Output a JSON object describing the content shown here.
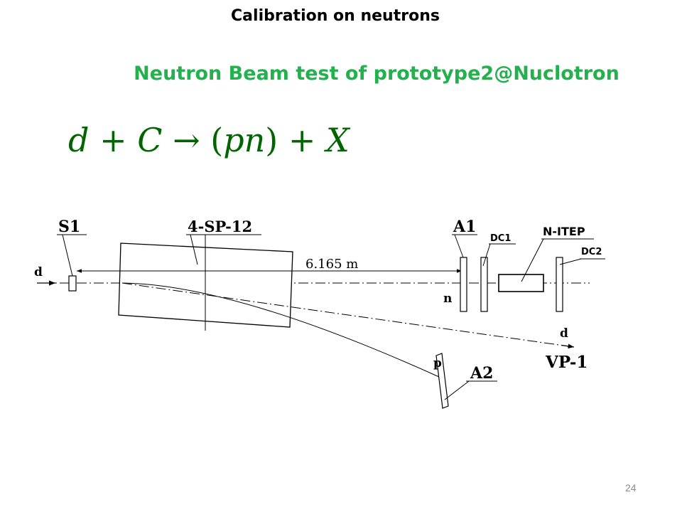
{
  "slide": {
    "title": "Calibration on neutrons",
    "subtitle": "Neutron Beam test of prototype2@Nuclotron",
    "page_number": "24",
    "accent_color": "#22b14c",
    "equation_color": "#006400"
  },
  "equation": {
    "d": "d",
    "plus1": "+",
    "C": "C",
    "arrow": "→",
    "lparen": "(",
    "pn": "pn",
    "rparen": ")",
    "plus2": "+",
    "X": "X"
  },
  "diagram": {
    "labels": {
      "s1": "S1",
      "magnet": "4-SP-12",
      "a1": "A1",
      "dc1": "DC1",
      "n_itep": "N-ITEP",
      "dc2": "DC2",
      "d_in": "d",
      "distance": "6.165 m",
      "n": "n",
      "d_out": "d",
      "vp1": "VP-1",
      "p": "p",
      "a2": "A2"
    }
  }
}
